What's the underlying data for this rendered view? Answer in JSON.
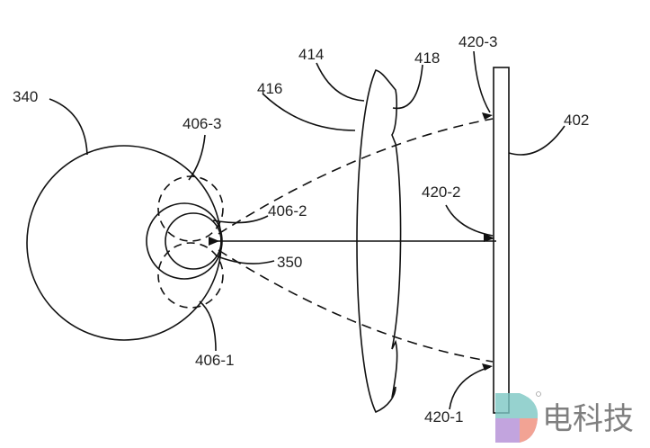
{
  "figure": {
    "labels": {
      "eye": "340",
      "fovea_region_top": "406-3",
      "fovea_region_mid": "406-2",
      "fovea_region_bottom": "406-1",
      "pupil_point": "350",
      "lens_left": "416",
      "lens_top": "414",
      "lens_notch": "418",
      "ray_top": "420-3",
      "ray_mid": "420-2",
      "ray_bottom": "420-1",
      "display": "402"
    },
    "watermark": {
      "text": "电科技"
    }
  }
}
